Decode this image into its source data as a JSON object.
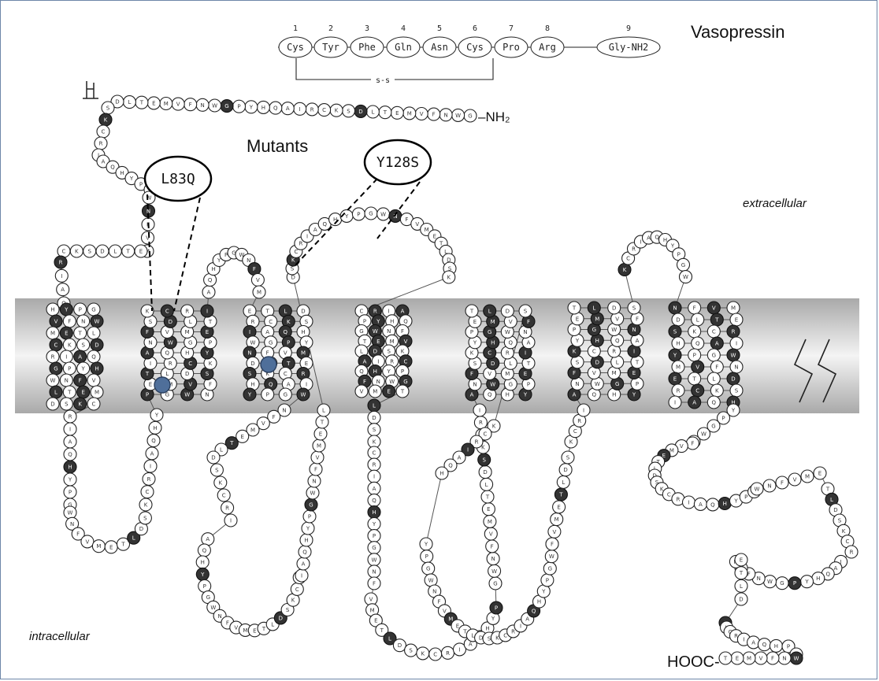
{
  "hormone": {
    "name": "Vasopressin",
    "residues": [
      {
        "num": "1",
        "code": "Cys"
      },
      {
        "num": "2",
        "code": "Tyr"
      },
      {
        "num": "3",
        "code": "Phe"
      },
      {
        "num": "4",
        "code": "Gln"
      },
      {
        "num": "5",
        "code": "Asn"
      },
      {
        "num": "6",
        "code": "Cys"
      },
      {
        "num": "7",
        "code": "Pro"
      },
      {
        "num": "8",
        "code": "Arg"
      },
      {
        "num": "9",
        "code": "Gly-NH2"
      }
    ],
    "bridge_label": "s-s"
  },
  "terminals": {
    "n_terminus": "NH₂",
    "c_terminus": "HOOC"
  },
  "regions": {
    "extracellular": "extracellular",
    "intracellular": "intracellular"
  },
  "mutants": {
    "heading": "Mutants",
    "items": [
      {
        "label": "L83Q"
      },
      {
        "label": "Y128S"
      }
    ]
  },
  "colors": {
    "membrane": "#c9c9c9",
    "dark_residue": "#333333",
    "open_residue": "#ffffff",
    "mutated_residue": "#4f6f9a",
    "frame_border": "#6d86a8"
  }
}
